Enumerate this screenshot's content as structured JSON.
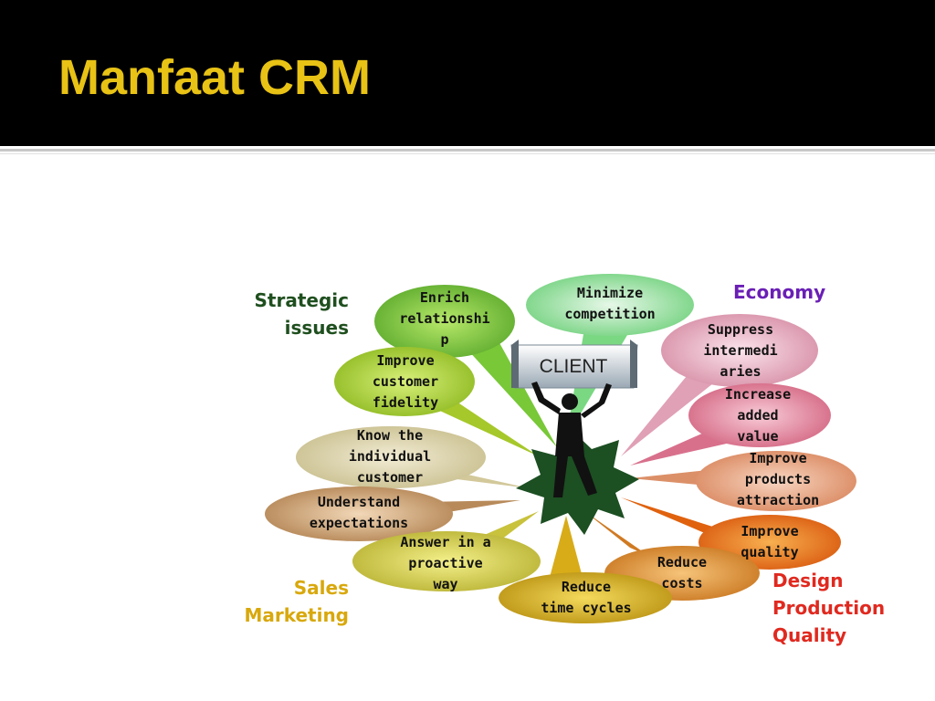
{
  "slide": {
    "title": "Manfaat CRM"
  },
  "diagram": {
    "center_label": "CLIENT",
    "groups": {
      "strategic": {
        "label": "Strategic\nissues",
        "color": "#1f4f1f"
      },
      "economy": {
        "label": "Economy",
        "color": "#6a1fb5"
      },
      "sales": {
        "label": "Sales\nMarketing",
        "color": "#d8a80c"
      },
      "design": {
        "label": "Design\nProduction\nQuality",
        "color": "#e0291f"
      }
    },
    "bubbles": [
      {
        "id": "enrich",
        "text": "Enrich\nrelationshi\np"
      },
      {
        "id": "minimize",
        "text": "Minimize\ncompetition"
      },
      {
        "id": "fidelity",
        "text": "Improve\ncustomer\nfidelity"
      },
      {
        "id": "suppress",
        "text": "Suppress\nintermedi\naries"
      },
      {
        "id": "added",
        "text": "Increase\nadded\nvalue"
      },
      {
        "id": "know",
        "text": "Know the\nindividual\ncustomer"
      },
      {
        "id": "attraction",
        "text": "Improve\nproducts\nattraction"
      },
      {
        "id": "expect",
        "text": "Understand\nexpectations"
      },
      {
        "id": "quality",
        "text": "Improve\nquality"
      },
      {
        "id": "proactive",
        "text": "Answer in a\nproactive\nway"
      },
      {
        "id": "costs",
        "text": "Reduce\ncosts"
      },
      {
        "id": "cycles",
        "text": "Reduce\ntime cycles"
      }
    ]
  }
}
